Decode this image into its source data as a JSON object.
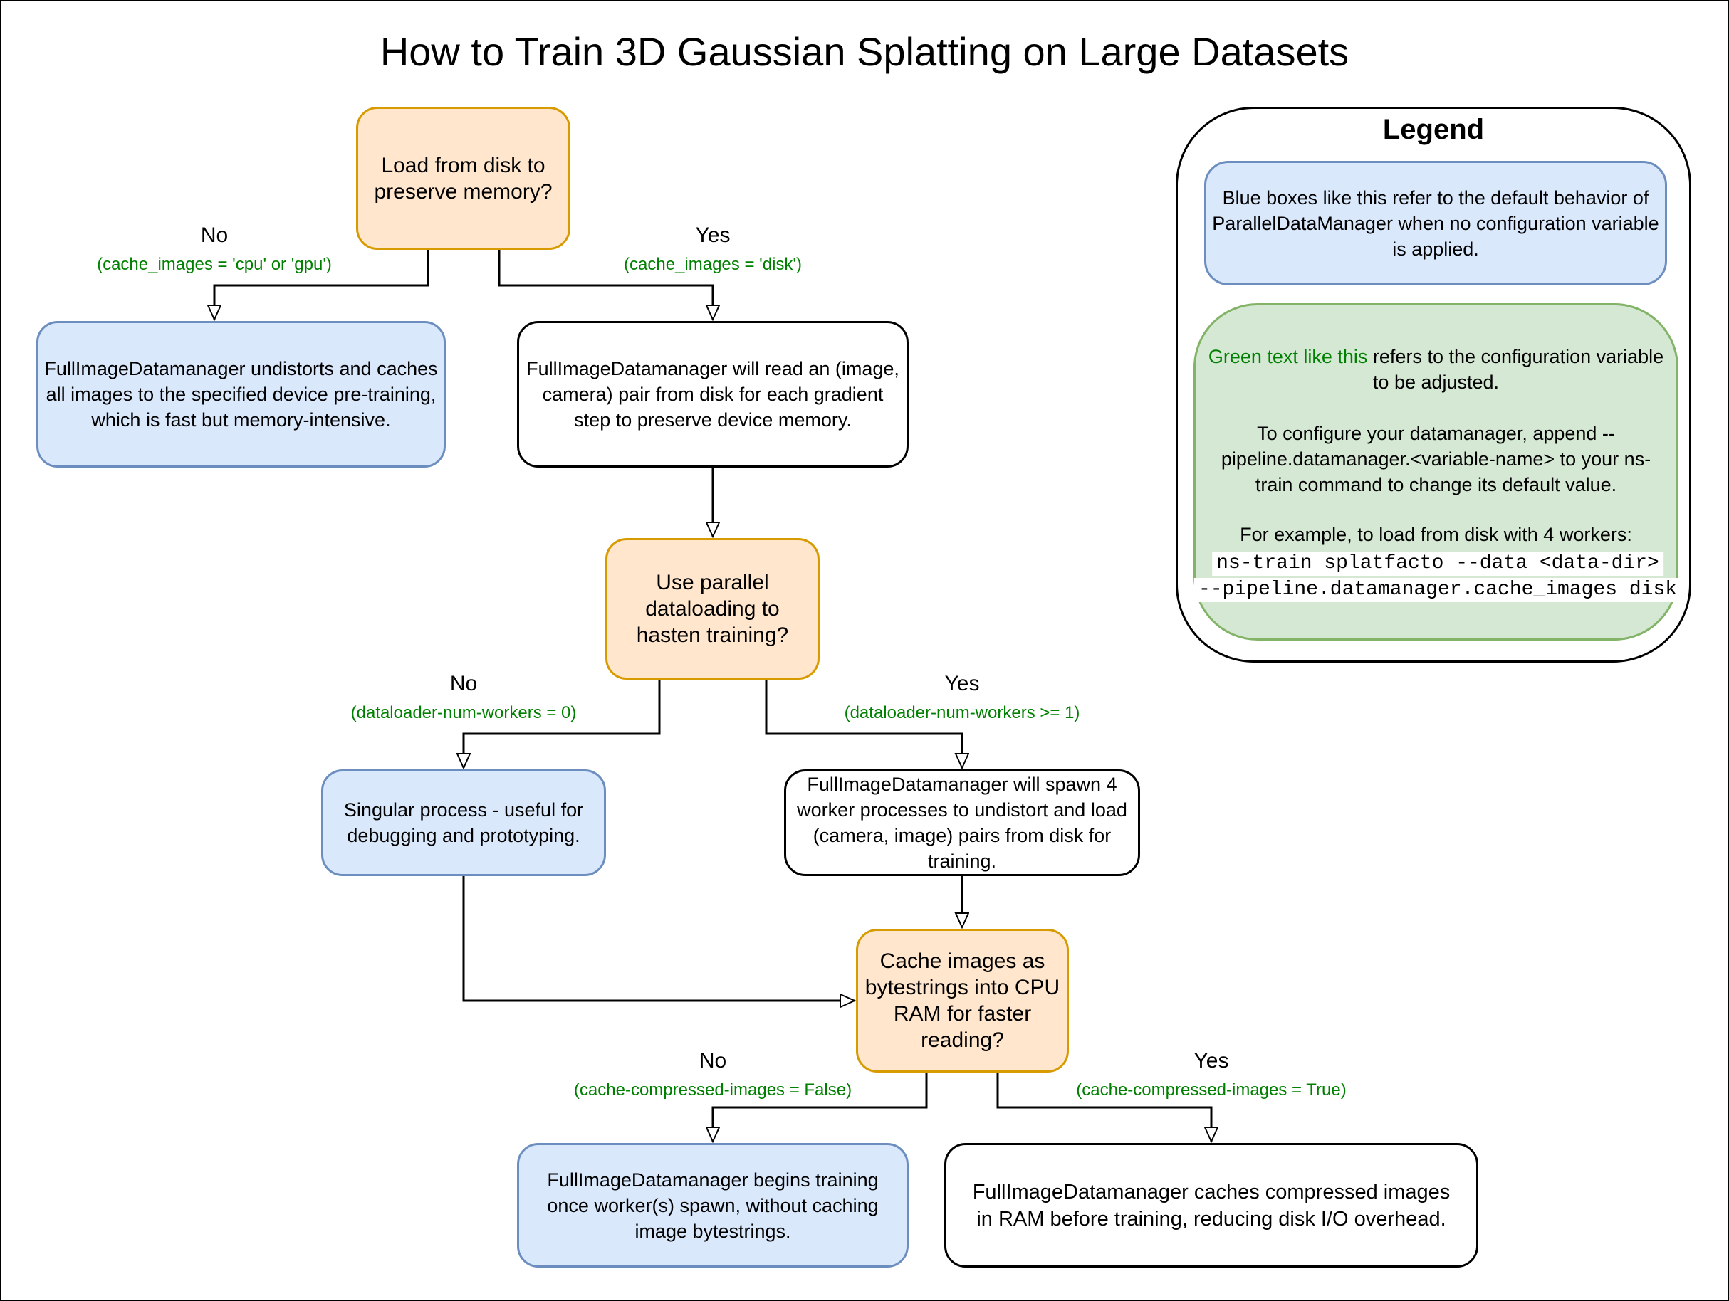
{
  "title": "How to Train 3D Gaussian Splatting on Large Datasets",
  "nodes": {
    "q1": "Load from disk to preserve memory?",
    "q1_no_result": "FullImageDatamanager undistorts and caches all images to the specified device pre-training, which is fast but memory-intensive.",
    "q1_yes_result": "FullImageDatamanager will read an (image, camera) pair from disk for each gradient step to preserve device memory.",
    "q2": "Use parallel dataloading to hasten training?",
    "q2_no_result": "Singular process - useful for debugging and prototyping.",
    "q2_yes_result": "FullImageDatamanager will spawn 4 worker processes to undistort and load (camera, image) pairs from disk for training.",
    "q3": "Cache images as bytestrings into CPU RAM for faster reading?",
    "q3_no_result": "FullImageDatamanager begins training once worker(s) spawn, without caching image bytestrings.",
    "q3_yes_result": "FullImageDatamanager caches compressed images in RAM before training, reducing disk I/O overhead."
  },
  "edges": {
    "q1_no": {
      "label": "No",
      "config": "(cache_images = 'cpu' or 'gpu')"
    },
    "q1_yes": {
      "label": "Yes",
      "config": "(cache_images = 'disk')"
    },
    "q2_no": {
      "label": "No",
      "config": "(dataloader-num-workers = 0)"
    },
    "q2_yes": {
      "label": "Yes",
      "config": "(dataloader-num-workers >= 1)"
    },
    "q3_no": {
      "label": "No",
      "config": "(cache-compressed-images = False)"
    },
    "q3_yes": {
      "label": "Yes",
      "config": "(cache-compressed-images = True)"
    }
  },
  "legend": {
    "title": "Legend",
    "blue_text": "Blue boxes like this refer to the default behavior of ParallelDataManager when no configuration variable is applied.",
    "green_highlight": "Green text like this",
    "green_rest": " refers to the configuration variable to be adjusted.",
    "configure_text": "To configure your datamanager, append --pipeline.datamanager.<variable-name> to your ns-train command to change its default value.",
    "example_text": "For example, to load from disk with 4 workers:",
    "code_line1": "ns-train splatfacto --data <data-dir>",
    "code_line2": "--pipeline.datamanager.cache_images disk"
  },
  "colors": {
    "decision_fill": "#ffe6cc",
    "decision_stroke": "#d79b00",
    "default_fill": "#dae8fc",
    "default_stroke": "#6c8ebf",
    "legend_green_fill": "#d5e8d4",
    "legend_green_stroke": "#82b366",
    "config_text": "#008000"
  }
}
